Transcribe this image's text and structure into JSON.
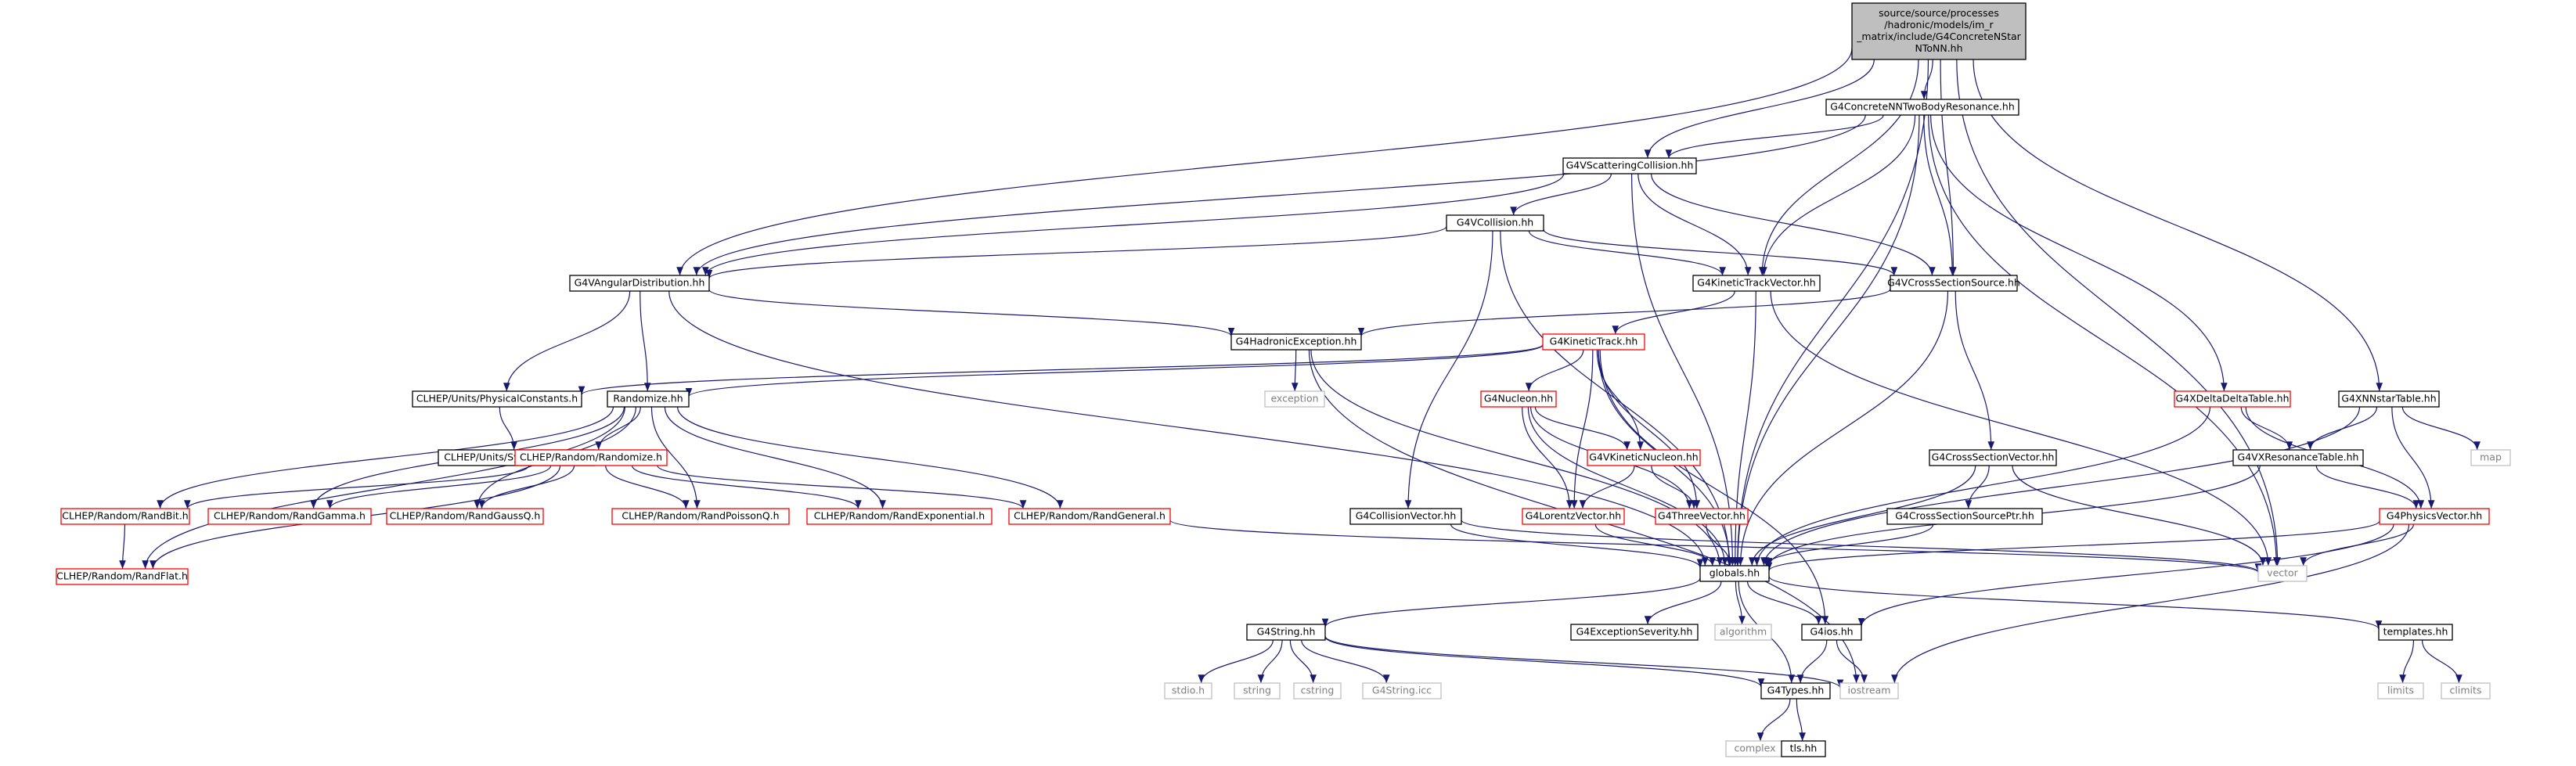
{
  "graph": {
    "style": {
      "edge_color": "#191970",
      "root_fill": "#bfbfbf",
      "border_documented": "#000000",
      "border_undocumented": "#ff0000",
      "border_system": "#bfbfbf"
    },
    "nodes": [
      {
        "id": "root",
        "label_lines": [
          "source/source/processes",
          "/hadronic/models/im_r",
          "_matrix/include/G4ConcreteNStar",
          "NToNN.hh"
        ],
        "kind": "root"
      },
      {
        "id": "g4concretenntwobody",
        "label_lines": [
          "G4ConcreteNNTwoBodyResonance.hh"
        ],
        "kind": "doc"
      },
      {
        "id": "g4vscattering",
        "label_lines": [
          "G4VScatteringCollision.hh"
        ],
        "kind": "doc"
      },
      {
        "id": "g4vcollision",
        "label_lines": [
          "G4VCollision.hh"
        ],
        "kind": "doc"
      },
      {
        "id": "g4vangular",
        "label_lines": [
          "G4VAngularDistribution.hh"
        ],
        "kind": "doc"
      },
      {
        "id": "g4kinetictrackvector",
        "label_lines": [
          "G4KineticTrackVector.hh"
        ],
        "kind": "doc"
      },
      {
        "id": "g4vcrosssectionsource",
        "label_lines": [
          "G4VCrossSectionSource.hh"
        ],
        "kind": "doc"
      },
      {
        "id": "g4hadronicexception",
        "label_lines": [
          "G4HadronicException.hh"
        ],
        "kind": "doc"
      },
      {
        "id": "g4kinetictrack",
        "label_lines": [
          "G4KineticTrack.hh"
        ],
        "kind": "undoc"
      },
      {
        "id": "clhep_physconst",
        "label_lines": [
          "CLHEP/Units/PhysicalConstants.h"
        ],
        "kind": "doc"
      },
      {
        "id": "randomize",
        "label_lines": [
          "Randomize.hh"
        ],
        "kind": "doc"
      },
      {
        "id": "exception",
        "label_lines": [
          "exception"
        ],
        "kind": "sys"
      },
      {
        "id": "clhep_sysunits",
        "label_lines": [
          "CLHEP/Units/SystemOfUnits.h"
        ],
        "kind": "doc"
      },
      {
        "id": "clhep_randomize",
        "label_lines": [
          "CLHEP/Random/Randomize.h"
        ],
        "kind": "undoc"
      },
      {
        "id": "g4nucleon",
        "label_lines": [
          "G4Nucleon.hh"
        ],
        "kind": "undoc"
      },
      {
        "id": "g4vkineticnucleon",
        "label_lines": [
          "G4VKineticNucleon.hh"
        ],
        "kind": "undoc"
      },
      {
        "id": "g4lorentzvector",
        "label_lines": [
          "G4LorentzVector.hh"
        ],
        "kind": "undoc"
      },
      {
        "id": "g4threevector",
        "label_lines": [
          "G4ThreeVector.hh"
        ],
        "kind": "undoc"
      },
      {
        "id": "randbit",
        "label_lines": [
          "CLHEP/Random/RandBit.h"
        ],
        "kind": "undoc"
      },
      {
        "id": "randgamma",
        "label_lines": [
          "CLHEP/Random/RandGamma.h"
        ],
        "kind": "undoc"
      },
      {
        "id": "randgaussq",
        "label_lines": [
          "CLHEP/Random/RandGaussQ.h"
        ],
        "kind": "undoc"
      },
      {
        "id": "randpoissonq",
        "label_lines": [
          "CLHEP/Random/RandPoissonQ.h"
        ],
        "kind": "undoc"
      },
      {
        "id": "randexponential",
        "label_lines": [
          "CLHEP/Random/RandExponential.h"
        ],
        "kind": "undoc"
      },
      {
        "id": "randgeneral",
        "label_lines": [
          "CLHEP/Random/RandGeneral.h"
        ],
        "kind": "undoc"
      },
      {
        "id": "randflat",
        "label_lines": [
          "CLHEP/Random/RandFlat.h"
        ],
        "kind": "undoc"
      },
      {
        "id": "g4collisionvector",
        "label_lines": [
          "G4CollisionVector.hh"
        ],
        "kind": "doc"
      },
      {
        "id": "g4crosssectionvector",
        "label_lines": [
          "G4CrossSectionVector.hh"
        ],
        "kind": "doc"
      },
      {
        "id": "g4crosssectionsourceptr",
        "label_lines": [
          "G4CrossSectionSourcePtr.hh"
        ],
        "kind": "doc"
      },
      {
        "id": "g4xdeltadeltatable",
        "label_lines": [
          "G4XDeltaDeltaTable.hh"
        ],
        "kind": "undoc"
      },
      {
        "id": "g4xnnstartable",
        "label_lines": [
          "G4XNNstarTable.hh"
        ],
        "kind": "doc"
      },
      {
        "id": "map",
        "label_lines": [
          "map"
        ],
        "kind": "sys"
      },
      {
        "id": "g4vxresonancetable",
        "label_lines": [
          "G4VXResonanceTable.hh"
        ],
        "kind": "doc"
      },
      {
        "id": "g4physicsvector",
        "label_lines": [
          "G4PhysicsVector.hh"
        ],
        "kind": "undoc"
      },
      {
        "id": "vector",
        "label_lines": [
          "vector"
        ],
        "kind": "sys"
      },
      {
        "id": "globals",
        "label_lines": [
          "globals.hh"
        ],
        "kind": "doc"
      },
      {
        "id": "g4string",
        "label_lines": [
          "G4String.hh"
        ],
        "kind": "doc"
      },
      {
        "id": "g4exceptionseverity",
        "label_lines": [
          "G4ExceptionSeverity.hh"
        ],
        "kind": "doc"
      },
      {
        "id": "algorithm",
        "label_lines": [
          "algorithm"
        ],
        "kind": "sys"
      },
      {
        "id": "g4ios",
        "label_lines": [
          "G4ios.hh"
        ],
        "kind": "doc"
      },
      {
        "id": "templates",
        "label_lines": [
          "templates.hh"
        ],
        "kind": "doc"
      },
      {
        "id": "stdio",
        "label_lines": [
          "stdio.h"
        ],
        "kind": "sys"
      },
      {
        "id": "string",
        "label_lines": [
          "string"
        ],
        "kind": "sys"
      },
      {
        "id": "cstring",
        "label_lines": [
          "cstring"
        ],
        "kind": "sys"
      },
      {
        "id": "g4stringicc",
        "label_lines": [
          "G4String.icc"
        ],
        "kind": "sys"
      },
      {
        "id": "iostream",
        "label_lines": [
          "iostream"
        ],
        "kind": "sys"
      },
      {
        "id": "g4types",
        "label_lines": [
          "G4Types.hh"
        ],
        "kind": "doc"
      },
      {
        "id": "limits",
        "label_lines": [
          "limits"
        ],
        "kind": "sys"
      },
      {
        "id": "climits",
        "label_lines": [
          "climits"
        ],
        "kind": "sys"
      },
      {
        "id": "complex",
        "label_lines": [
          "complex"
        ],
        "kind": "sys"
      },
      {
        "id": "tls",
        "label_lines": [
          "tls.hh"
        ],
        "kind": "doc"
      }
    ],
    "edges": [
      [
        "root",
        "g4concretenntwobody"
      ],
      [
        "root",
        "g4vscattering"
      ],
      [
        "root",
        "g4vangular"
      ],
      [
        "root",
        "g4kinetictrackvector"
      ],
      [
        "root",
        "g4vcrosssectionsource"
      ],
      [
        "root",
        "g4xnnstartable"
      ],
      [
        "root",
        "globals"
      ],
      [
        "root",
        "vector"
      ],
      [
        "g4concretenntwobody",
        "g4vscattering"
      ],
      [
        "g4concretenntwobody",
        "g4vangular"
      ],
      [
        "g4concretenntwobody",
        "g4kinetictrackvector"
      ],
      [
        "g4concretenntwobody",
        "g4vcrosssectionsource"
      ],
      [
        "g4concretenntwobody",
        "g4xdeltadeltatable"
      ],
      [
        "g4concretenntwobody",
        "globals"
      ],
      [
        "g4concretenntwobody",
        "vector"
      ],
      [
        "g4vscattering",
        "g4vcollision"
      ],
      [
        "g4vscattering",
        "g4vangular"
      ],
      [
        "g4vscattering",
        "g4kinetictrackvector"
      ],
      [
        "g4vscattering",
        "g4vcrosssectionsource"
      ],
      [
        "g4vscattering",
        "globals"
      ],
      [
        "g4vcollision",
        "g4vangular"
      ],
      [
        "g4vcollision",
        "g4kinetictrackvector"
      ],
      [
        "g4vcollision",
        "g4vcrosssectionsource"
      ],
      [
        "g4vcollision",
        "g4collisionvector"
      ],
      [
        "g4vcollision",
        "globals"
      ],
      [
        "g4vangular",
        "clhep_physconst"
      ],
      [
        "g4vangular",
        "randomize"
      ],
      [
        "g4vangular",
        "g4hadronicexception"
      ],
      [
        "g4vangular",
        "globals"
      ],
      [
        "g4kinetictrackvector",
        "g4kinetictrack"
      ],
      [
        "g4kinetictrackvector",
        "globals"
      ],
      [
        "g4kinetictrackvector",
        "vector"
      ],
      [
        "g4vcrosssectionsource",
        "g4hadronicexception"
      ],
      [
        "g4vcrosssectionsource",
        "g4crosssectionvector"
      ],
      [
        "g4vcrosssectionsource",
        "globals"
      ],
      [
        "g4hadronicexception",
        "exception"
      ],
      [
        "g4hadronicexception",
        "globals"
      ],
      [
        "g4hadronicexception",
        "iostream"
      ],
      [
        "g4kinetictrack",
        "clhep_physconst"
      ],
      [
        "g4kinetictrack",
        "randomize"
      ],
      [
        "g4kinetictrack",
        "g4nucleon"
      ],
      [
        "g4kinetictrack",
        "g4vkineticnucleon"
      ],
      [
        "g4kinetictrack",
        "g4lorentzvector"
      ],
      [
        "g4kinetictrack",
        "g4threevector"
      ],
      [
        "g4kinetictrack",
        "globals"
      ],
      [
        "g4kinetictrack",
        "g4ios"
      ],
      [
        "clhep_physconst",
        "clhep_sysunits"
      ],
      [
        "randomize",
        "clhep_randomize"
      ],
      [
        "randomize",
        "randbit"
      ],
      [
        "randomize",
        "randgamma"
      ],
      [
        "randomize",
        "randgaussq"
      ],
      [
        "randomize",
        "randpoissonq"
      ],
      [
        "randomize",
        "randexponential"
      ],
      [
        "randomize",
        "randgeneral"
      ],
      [
        "randomize",
        "randflat"
      ],
      [
        "clhep_randomize",
        "randbit"
      ],
      [
        "clhep_randomize",
        "randgamma"
      ],
      [
        "clhep_randomize",
        "randgaussq"
      ],
      [
        "clhep_randomize",
        "randpoissonq"
      ],
      [
        "clhep_randomize",
        "randexponential"
      ],
      [
        "clhep_randomize",
        "randgeneral"
      ],
      [
        "clhep_randomize",
        "randflat"
      ],
      [
        "randbit",
        "randflat"
      ],
      [
        "randgeneral",
        "vector"
      ],
      [
        "g4nucleon",
        "g4vkineticnucleon"
      ],
      [
        "g4nucleon",
        "g4lorentzvector"
      ],
      [
        "g4nucleon",
        "g4threevector"
      ],
      [
        "g4nucleon",
        "globals"
      ],
      [
        "g4vkineticnucleon",
        "g4lorentzvector"
      ],
      [
        "g4vkineticnucleon",
        "g4threevector"
      ],
      [
        "g4lorentzvector",
        "globals"
      ],
      [
        "g4threevector",
        "globals"
      ],
      [
        "g4collisionvector",
        "globals"
      ],
      [
        "g4collisionvector",
        "vector"
      ],
      [
        "g4crosssectionvector",
        "g4crosssectionsourceptr"
      ],
      [
        "g4crosssectionvector",
        "globals"
      ],
      [
        "g4crosssectionvector",
        "vector"
      ],
      [
        "g4crosssectionsourceptr",
        "globals"
      ],
      [
        "g4xdeltadeltatable",
        "g4vxresonancetable"
      ],
      [
        "g4xdeltadeltatable",
        "g4physicsvector"
      ],
      [
        "g4xdeltadeltatable",
        "globals"
      ],
      [
        "g4xnnstartable",
        "map"
      ],
      [
        "g4xnnstartable",
        "g4vxresonancetable"
      ],
      [
        "g4xnnstartable",
        "g4physicsvector"
      ],
      [
        "g4xnnstartable",
        "globals"
      ],
      [
        "g4vxresonancetable",
        "g4physicsvector"
      ],
      [
        "g4vxresonancetable",
        "globals"
      ],
      [
        "g4physicsvector",
        "globals"
      ],
      [
        "g4physicsvector",
        "vector"
      ],
      [
        "g4physicsvector",
        "g4ios"
      ],
      [
        "g4physicsvector",
        "iostream"
      ],
      [
        "globals",
        "g4string"
      ],
      [
        "globals",
        "g4exceptionseverity"
      ],
      [
        "globals",
        "algorithm"
      ],
      [
        "globals",
        "g4ios"
      ],
      [
        "globals",
        "templates"
      ],
      [
        "globals",
        "g4types"
      ],
      [
        "g4string",
        "stdio"
      ],
      [
        "g4string",
        "string"
      ],
      [
        "g4string",
        "cstring"
      ],
      [
        "g4string",
        "g4stringicc"
      ],
      [
        "g4string",
        "g4types"
      ],
      [
        "g4string",
        "iostream"
      ],
      [
        "g4ios",
        "g4types"
      ],
      [
        "g4ios",
        "iostream"
      ],
      [
        "templates",
        "limits"
      ],
      [
        "templates",
        "climits"
      ],
      [
        "g4types",
        "complex"
      ],
      [
        "g4types",
        "tls"
      ]
    ]
  }
}
